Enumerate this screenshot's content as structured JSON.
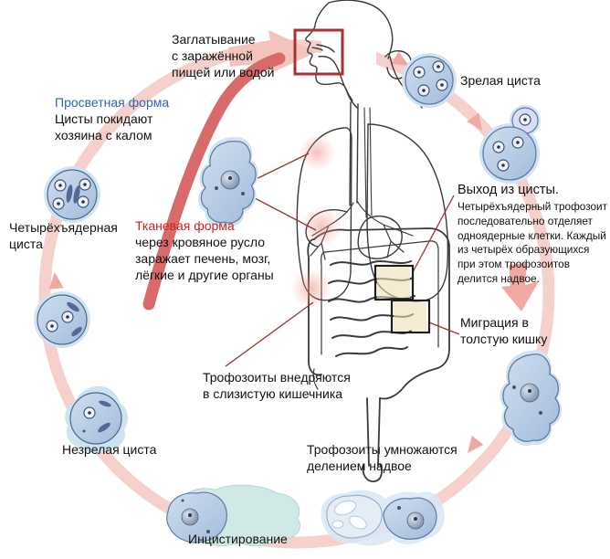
{
  "diagram": {
    "subject": "amoeba-life-cycle",
    "labels": {
      "ingestion": "Заглатывание\nс заражённой\nпищей или водой",
      "luminal_form_title": "Просветная форма",
      "luminal_form_text": "Цисты покидают\nхозяина с калом",
      "tissue_form_title": "Тканевая форма",
      "tissue_form_text": "через кровяное русло\nзаражает печень, мозг,\nлёгкие и другие органы",
      "mature_cyst": "Зрелая циста",
      "excystation_title": "Выход из цисты.",
      "excystation_text": "Четырёхъядерный трофозоит\nпоследовательно отделяет\nодноядерные клетки. Каждый\nиз четырёх образующихся\nпри этом трофозоитов\nделится надвое.",
      "migration": "Миграция в\nтолстую кишку",
      "invasion": "Трофозоиты внедряются\nв слизистую кишечника",
      "multiplication": "Трофозоиты умножаются\nделением надвое",
      "encystation": "Инцистирование",
      "immature_cyst": "Незрелая циста",
      "four_nucleated_cyst": "Четырёхъядерная\nциста"
    },
    "colors": {
      "cycle_arc": "#f6d0cc",
      "cycle_arrowhead": "#efa9a2",
      "tissue_arc": "#d96a6a",
      "luminal_title_color": "#2f66b3",
      "tissue_title_color": "#cc2222",
      "pointer_line": "#9c3434",
      "mouth_box": "#a83232",
      "gut_box": "#1c1c1c",
      "gut_highlight": "#eeddb4",
      "organ_highlight": "#f0958a",
      "cell_fill": "#b5cbe4",
      "cell_stroke": "#5d7ba6",
      "text": "#111111"
    }
  }
}
